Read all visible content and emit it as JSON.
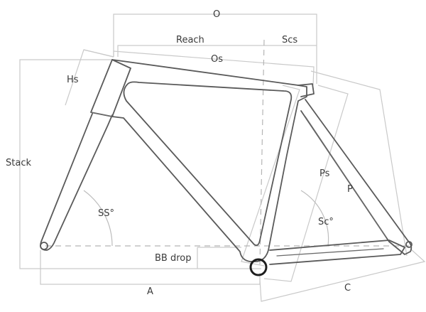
{
  "labels": {
    "o": "O",
    "reach": "Reach",
    "scs": "Scs",
    "os": "Os",
    "hs": "Hs",
    "stack": "Stack",
    "ps": "Ps",
    "p": "P",
    "ss_angle": "SS°",
    "sc_angle": "Sc°",
    "bb_drop": "BB drop",
    "a": "A",
    "c": "C"
  }
}
